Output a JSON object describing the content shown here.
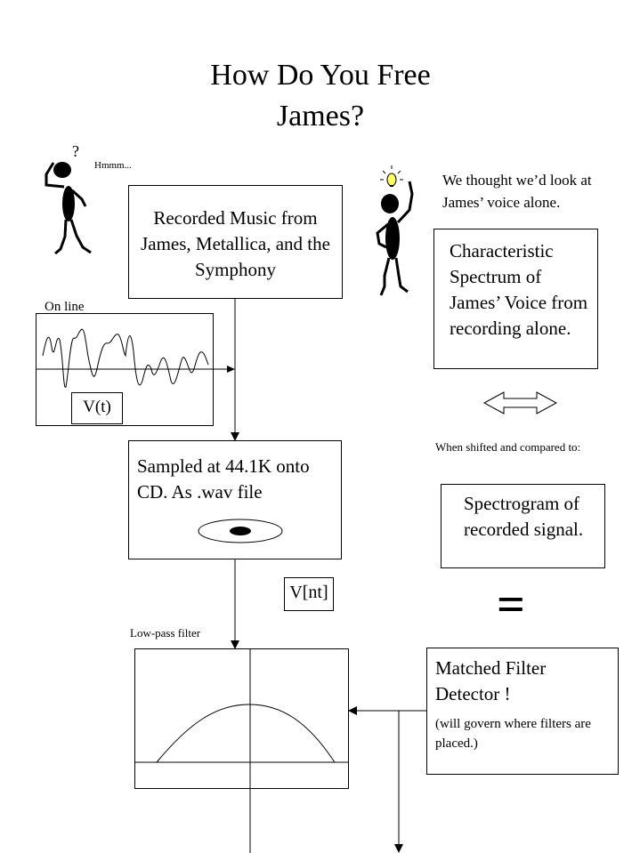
{
  "title_line1": "How Do You Free",
  "title_line2": "James?",
  "thinker": {
    "caption": "Hmmm...",
    "question_mark": "?"
  },
  "idea_text": "We thought we’d look at James’ voice alone.",
  "boxes": {
    "recorded_music": "Recorded Music from James, Metallica, and the Symphony",
    "characteristic_spectrum": "Characteristic Spectrum of James’ Voice from recording alone.",
    "sampled": "Sampled at 44.1K onto CD.  As .wav file",
    "spectrogram": "Spectrogram of recorded signal.",
    "matched_filter_title": "Matched Filter Detector !",
    "matched_filter_note": "(will govern where filters are placed.)"
  },
  "labels": {
    "on_line": "On line",
    "v_t": "V(t)",
    "v_nt": "V[nt]",
    "shift_compare": "When shifted and compared to:",
    "equals": "=",
    "low_pass": "Low-pass filter"
  }
}
